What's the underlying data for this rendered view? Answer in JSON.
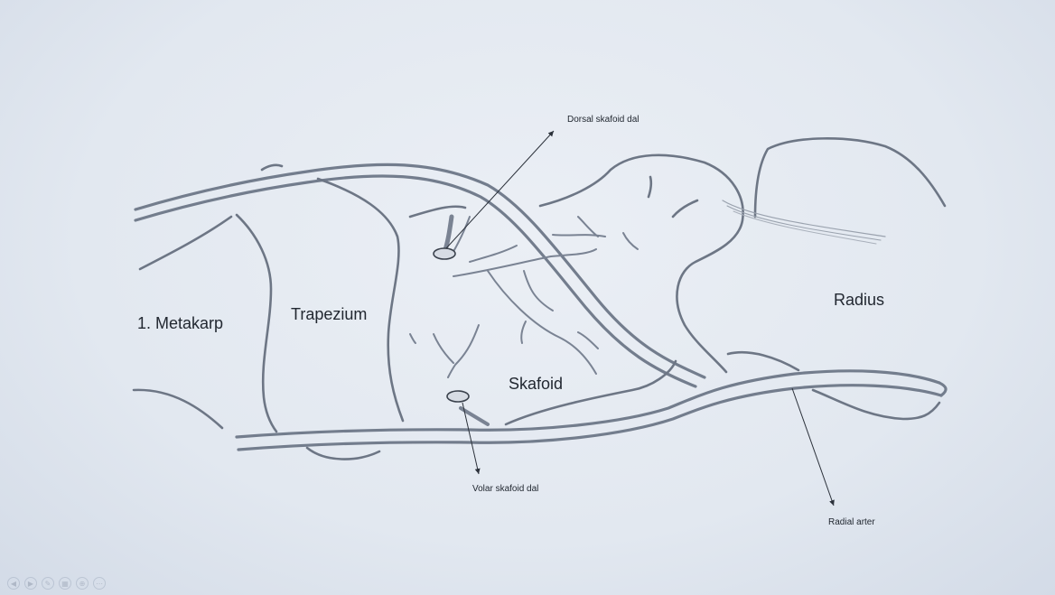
{
  "labels": {
    "metakarp": "1. Metakarp",
    "trapezium": "Trapezium",
    "skafoid": "Skafoid",
    "radius": "Radius",
    "dorsal_branch": "Dorsal skafoid dal",
    "volar_branch": "Volar skafoid dal",
    "radial_artery": "Radial arter"
  },
  "colors": {
    "paper": "#e4e9f1",
    "pencil": "#6d7685",
    "vessel": "#737d8d",
    "shade": "#9aa2ae",
    "ink": "#222831"
  },
  "player_controls": [
    {
      "icon": "previous-icon"
    },
    {
      "icon": "next-icon"
    },
    {
      "icon": "pen-icon"
    },
    {
      "icon": "grid-icon"
    },
    {
      "icon": "zoom-icon"
    },
    {
      "icon": "more-icon"
    }
  ]
}
